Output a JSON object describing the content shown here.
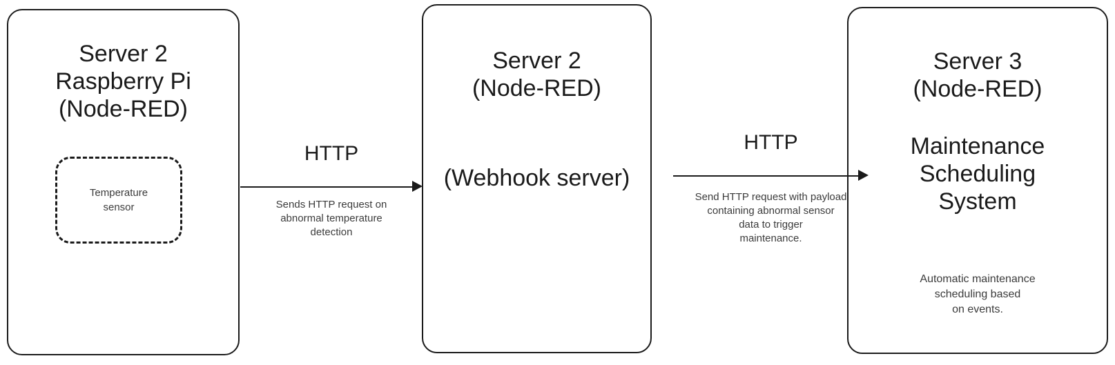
{
  "diagram": {
    "type": "flow-diagram",
    "background_color": "#ffffff",
    "stroke_color": "#1a1a1a",
    "nodes": [
      {
        "id": "server2-raspberry-pi",
        "title": "Server 2\nRaspberry Pi\n(Node-RED)",
        "inner_component": {
          "id": "temperature-sensor",
          "label": "Temperature\nsensor",
          "border_style": "dashed"
        }
      },
      {
        "id": "server2-webhook",
        "title_top": "Server 2\n(Node-RED)",
        "title_mid": "(Webhook server)"
      },
      {
        "id": "server3-maintenance",
        "title_top": "Server 3\n(Node-RED)",
        "title_mid": "Maintenance\nScheduling\nSystem",
        "footnote": "Automatic maintenance\nscheduling based\non events."
      }
    ],
    "edges": [
      {
        "id": "edge-pi-to-webhook",
        "from": "server2-raspberry-pi",
        "to": "server2-webhook",
        "protocol": "HTTP",
        "description": "Sends HTTP request on\nabnormal temperature\ndetection"
      },
      {
        "id": "edge-webhook-to-maintenance",
        "from": "server2-webhook",
        "to": "server3-maintenance",
        "protocol": "HTTP",
        "description": "Send HTTP request with payload\ncontaining abnormal sensor\ndata to trigger\nmaintenance."
      }
    ]
  }
}
